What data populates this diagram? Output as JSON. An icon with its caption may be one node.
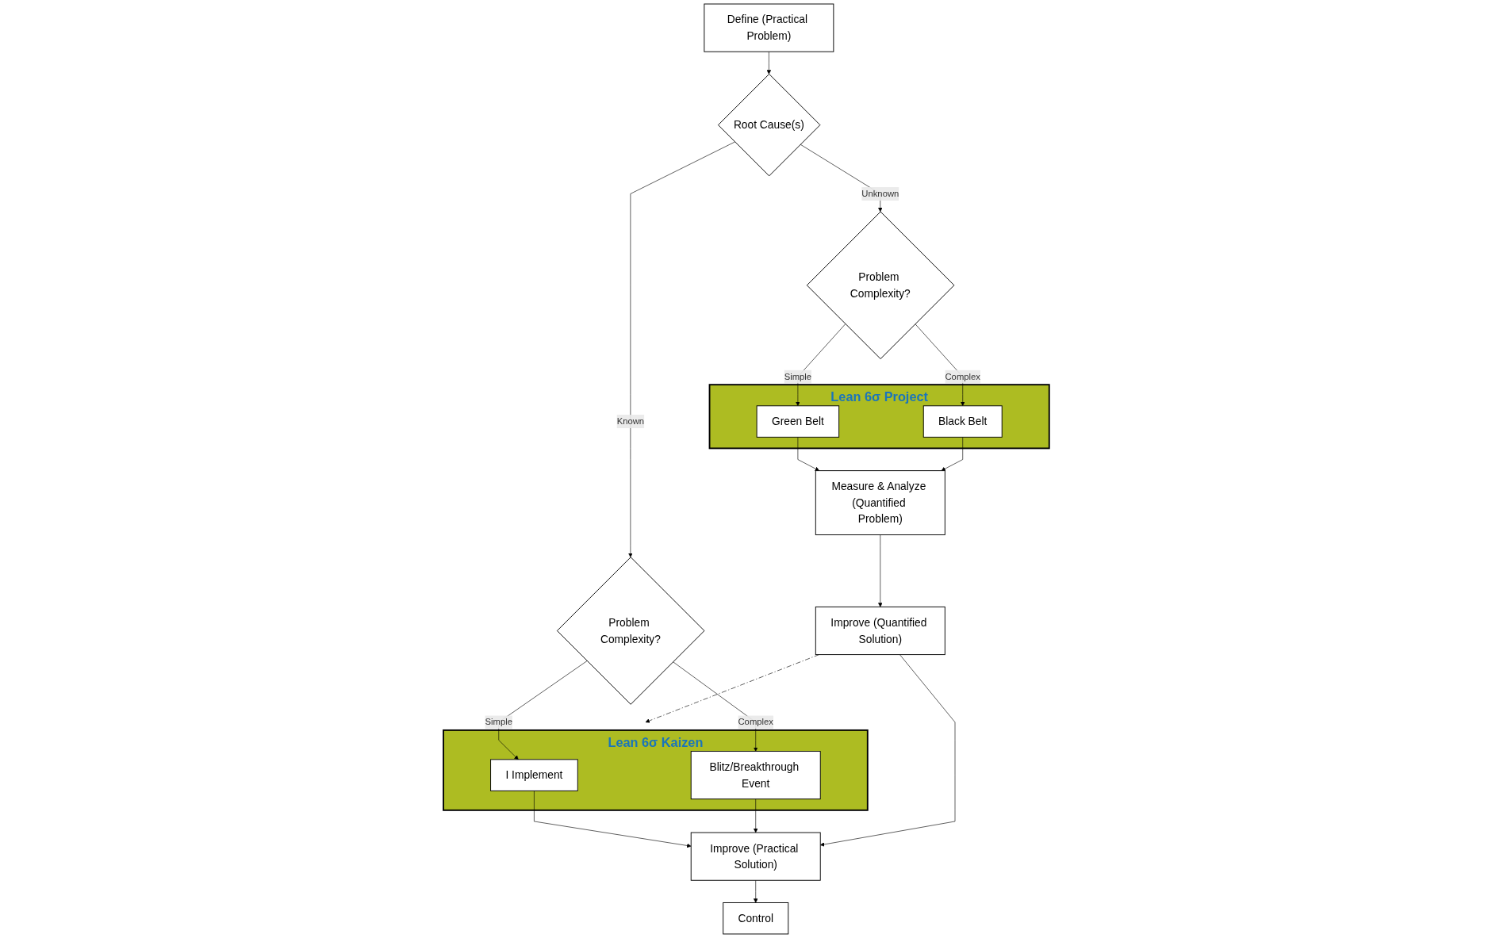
{
  "diagram": {
    "nodes": [
      {
        "text": [
          "Define (Practical Problem)"
        ]
      },
      {
        "text": [
          "Root Cause(s)"
        ]
      },
      {
        "text": [
          "Problem Complexity?"
        ]
      },
      {
        "text": [
          "Problem Complexity?"
        ]
      },
      {
        "text": [
          "Lean 6σ Kaizen"
        ]
      },
      {
        "text": [
          "I Implement"
        ],
        "in": 4
      },
      {
        "text": [
          "Blitz/Breakthrough Event"
        ],
        "in": 4
      },
      {
        "text": [
          "Lean 6σ Project"
        ]
      },
      {
        "text": [
          "Green Belt"
        ],
        "in": 7
      },
      {
        "text": [
          "Black Belt"
        ],
        "in": 7
      },
      {
        "text": [
          "Measure & Analyze (Quantified Problem)"
        ]
      },
      {
        "text": [
          "Improve (Quantified Solution)"
        ]
      },
      {
        "text": [
          "Improve (Practical Solution)"
        ]
      },
      {
        "text": [
          "Control"
        ]
      }
    ],
    "edges": [
      {
        "from": 0,
        "to": 1,
        "arrow": "to"
      },
      {
        "from": 1,
        "to": 2,
        "label": "Known",
        "arrow": "to"
      },
      {
        "from": 1,
        "to": 3,
        "label": "Unknown",
        "arrow": "to"
      },
      {
        "from": 2,
        "to": 5,
        "label": "Simple",
        "arrow": "to"
      },
      {
        "from": 2,
        "to": 6,
        "label": "Complex",
        "arrow": "to"
      },
      {
        "from": 3,
        "to": 8,
        "label": "Simple",
        "arrow": "to"
      },
      {
        "from": 3,
        "to": 9,
        "label": "Complex",
        "arrow": "to"
      },
      {
        "from": 8,
        "to": 10,
        "arrow": "to"
      },
      {
        "from": 9,
        "to": 10,
        "arrow": "to"
      },
      {
        "from": 10,
        "to": 11,
        "arrow": "to"
      },
      {
        "from": 11,
        "to": 4,
        "arrow": "to",
        "style": "dashed"
      },
      {
        "from": 5,
        "to": 12,
        "arrow": "to"
      },
      {
        "from": 6,
        "to": 12,
        "arrow": "to"
      },
      {
        "from": 11,
        "to": 12,
        "arrow": "to"
      },
      {
        "from": 12,
        "to": 13,
        "arrow": "to"
      }
    ]
  }
}
